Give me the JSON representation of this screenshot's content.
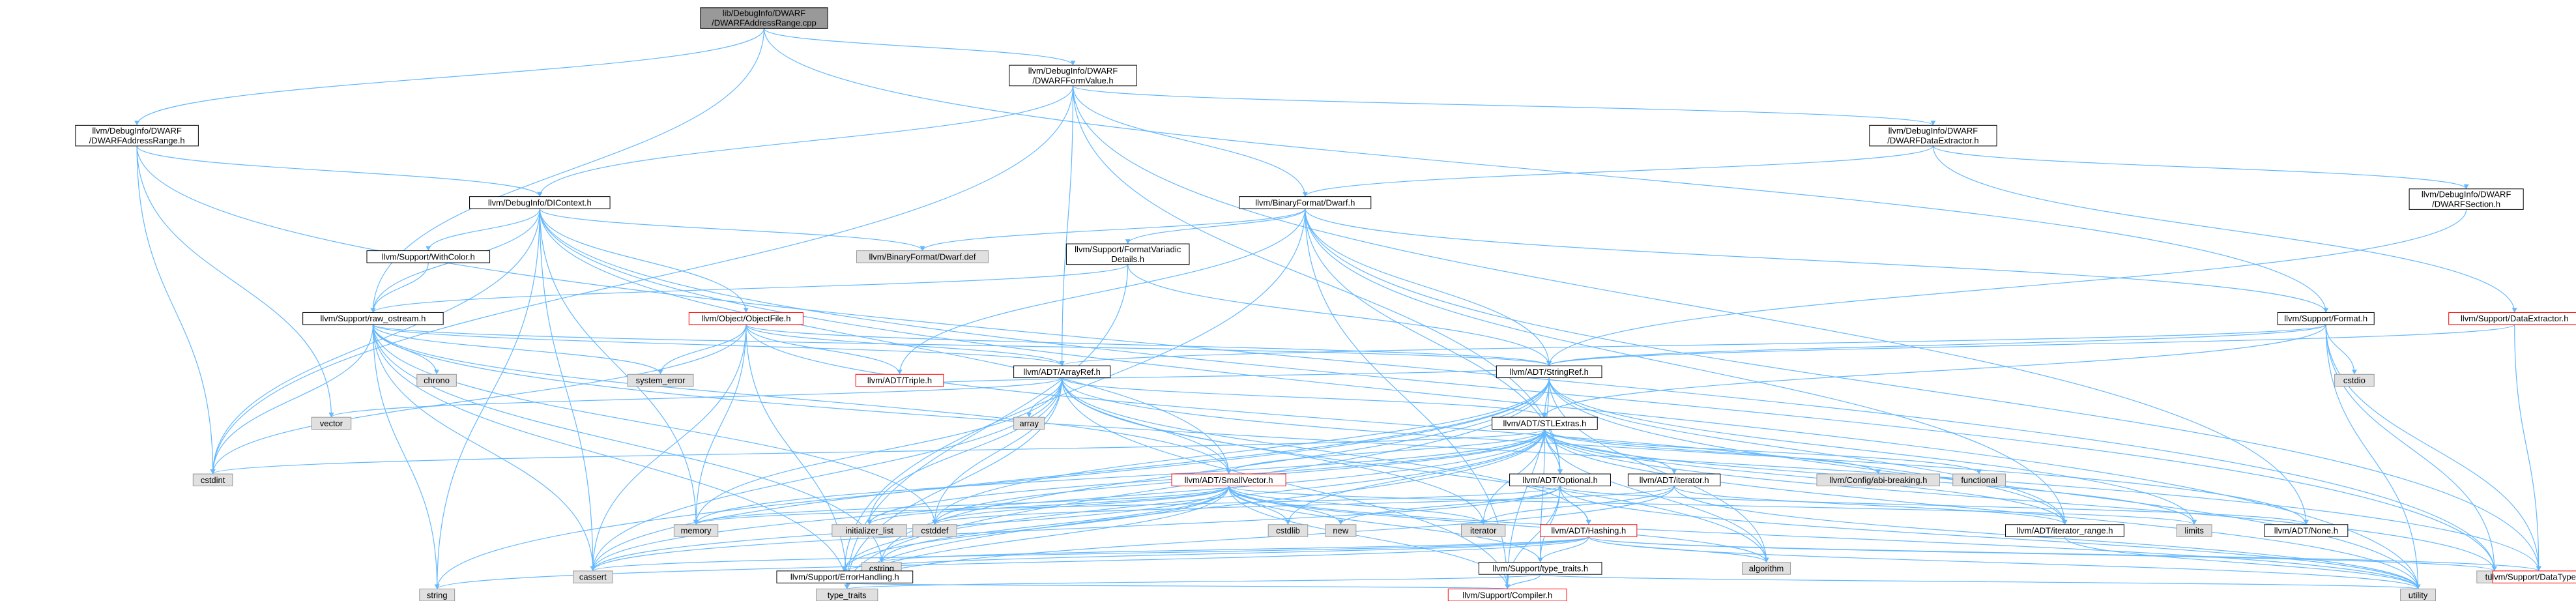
{
  "colors": {
    "edge": "#63b8ff",
    "node_fill": "#ffffff",
    "node_border": "#000000",
    "system_fill": "#e0e0e0",
    "system_border": "#999999",
    "truncated_border": "#ff0000",
    "root_fill": "#999999"
  },
  "nodes": {
    "root": {
      "label": [
        "lib/DebugInfo/DWARF",
        "/DWARFAddressRange.cpp"
      ],
      "kind": "root"
    },
    "dwarfaddressrange": {
      "label": [
        "llvm/DebugInfo/DWARF",
        "/DWARFAddressRange.h"
      ],
      "kind": "normal"
    },
    "dwarfformvalue": {
      "label": [
        "llvm/DebugInfo/DWARF",
        "/DWARFFormValue.h"
      ],
      "kind": "normal"
    },
    "dicontext": {
      "label": [
        "llvm/DebugInfo/DIContext.h"
      ],
      "kind": "normal"
    },
    "dwarfdataextractor": {
      "label": [
        "llvm/DebugInfo/DWARF",
        "/DWARFDataExtractor.h"
      ],
      "kind": "normal"
    },
    "dwarfsection": {
      "label": [
        "llvm/DebugInfo/DWARF",
        "/DWARFSection.h"
      ],
      "kind": "normal"
    },
    "dwarf_h": {
      "label": [
        "llvm/BinaryFormat/Dwarf.h"
      ],
      "kind": "normal"
    },
    "dwarf_def": {
      "label": [
        "llvm/BinaryFormat/Dwarf.def"
      ],
      "kind": "system"
    },
    "withcolor": {
      "label": [
        "llvm/Support/WithColor.h"
      ],
      "kind": "normal"
    },
    "formatvariadic": {
      "label": [
        "llvm/Support/FormatVariadic",
        "Details.h"
      ],
      "kind": "normal"
    },
    "raw_ostream": {
      "label": [
        "llvm/Support/raw_ostream.h"
      ],
      "kind": "normal"
    },
    "objectfile": {
      "label": [
        "llvm/Object/ObjectFile.h"
      ],
      "kind": "truncated"
    },
    "format_h": {
      "label": [
        "llvm/Support/Format.h"
      ],
      "kind": "normal"
    },
    "dataextractor": {
      "label": [
        "llvm/Support/DataExtractor.h"
      ],
      "kind": "truncated"
    },
    "chrono": {
      "label": [
        "chrono"
      ],
      "kind": "system"
    },
    "system_error": {
      "label": [
        "system_error"
      ],
      "kind": "system"
    },
    "triple": {
      "label": [
        "llvm/ADT/Triple.h"
      ],
      "kind": "truncated"
    },
    "arrayref": {
      "label": [
        "llvm/ADT/ArrayRef.h"
      ],
      "kind": "normal"
    },
    "stringref": {
      "label": [
        "llvm/ADT/StringRef.h"
      ],
      "kind": "normal"
    },
    "cstdio": {
      "label": [
        "cstdio"
      ],
      "kind": "system"
    },
    "vector": {
      "label": [
        "vector"
      ],
      "kind": "system"
    },
    "array": {
      "label": [
        "array"
      ],
      "kind": "system"
    },
    "stlextras": {
      "label": [
        "llvm/ADT/STLExtras.h"
      ],
      "kind": "normal"
    },
    "cstdint": {
      "label": [
        "cstdint"
      ],
      "kind": "system"
    },
    "smallvector": {
      "label": [
        "llvm/ADT/SmallVector.h"
      ],
      "kind": "truncated"
    },
    "optional": {
      "label": [
        "llvm/ADT/Optional.h"
      ],
      "kind": "normal"
    },
    "adt_iterator": {
      "label": [
        "llvm/ADT/iterator.h"
      ],
      "kind": "normal"
    },
    "abi_breaking": {
      "label": [
        "llvm/Config/abi-breaking.h"
      ],
      "kind": "system"
    },
    "functional": {
      "label": [
        "functional"
      ],
      "kind": "system"
    },
    "memory": {
      "label": [
        "memory"
      ],
      "kind": "system"
    },
    "initializer_list": {
      "label": [
        "initializer_list"
      ],
      "kind": "system"
    },
    "cstddef": {
      "label": [
        "cstddef"
      ],
      "kind": "system"
    },
    "cstdlib": {
      "label": [
        "cstdlib"
      ],
      "kind": "system"
    },
    "new": {
      "label": [
        "new"
      ],
      "kind": "system"
    },
    "iterator": {
      "label": [
        "iterator"
      ],
      "kind": "system"
    },
    "hashing": {
      "label": [
        "llvm/ADT/Hashing.h"
      ],
      "kind": "truncated"
    },
    "iterator_range": {
      "label": [
        "llvm/ADT/iterator_range.h"
      ],
      "kind": "normal"
    },
    "limits": {
      "label": [
        "limits"
      ],
      "kind": "system"
    },
    "none": {
      "label": [
        "llvm/ADT/None.h"
      ],
      "kind": "normal"
    },
    "cassert": {
      "label": [
        "cassert"
      ],
      "kind": "system"
    },
    "cstring": {
      "label": [
        "cstring"
      ],
      "kind": "system"
    },
    "errorhandling": {
      "label": [
        "llvm/Support/ErrorHandling.h"
      ],
      "kind": "normal"
    },
    "type_traits_h": {
      "label": [
        "llvm/Support/type_traits.h"
      ],
      "kind": "normal"
    },
    "algorithm": {
      "label": [
        "algorithm"
      ],
      "kind": "system"
    },
    "tuple": {
      "label": [
        "tuple"
      ],
      "kind": "system"
    },
    "datatypes": {
      "label": [
        "llvm/Support/DataTypes.h"
      ],
      "kind": "truncated"
    },
    "string": {
      "label": [
        "string"
      ],
      "kind": "system"
    },
    "type_traits": {
      "label": [
        "type_traits"
      ],
      "kind": "system"
    },
    "compiler": {
      "label": [
        "llvm/Support/Compiler.h"
      ],
      "kind": "truncated"
    },
    "utility": {
      "label": [
        "utility"
      ],
      "kind": "system"
    }
  }
}
